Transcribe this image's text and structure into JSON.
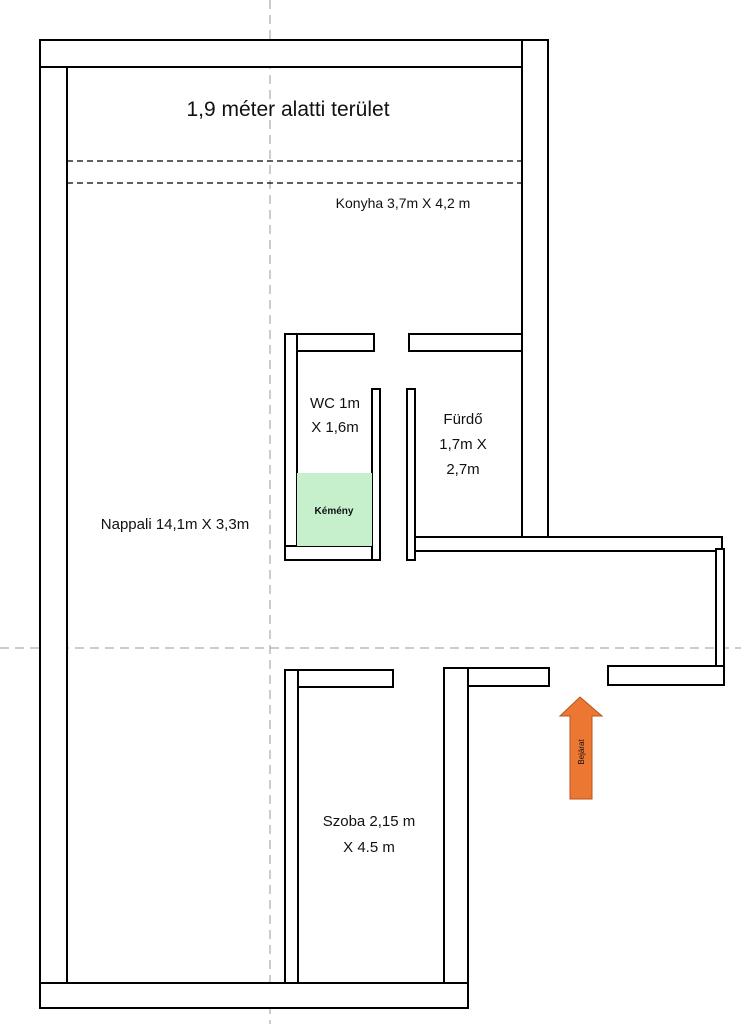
{
  "labels": {
    "below_area": "1,9 méter alatti terület",
    "konyha": "Konyha 3,7m X  4,2 m",
    "wc_line1": "WC 1m",
    "wc_line2": "X 1,6m",
    "furdo_line1": "Fürdő",
    "furdo_line2": "1,7m X",
    "furdo_line3": "2,7m",
    "kemeny": "Kémény",
    "nappali": "Nappali 14,1m X 3,3m",
    "szoba_line1": "Szoba 2,15 m",
    "szoba_line2": "X 4.5 m",
    "bejarat": "Bejárat"
  },
  "colors": {
    "wall_stroke": "#000000",
    "wall_fill": "#ffffff",
    "guide_line": "#9a9a9a",
    "chimney_fill": "#c6efcc",
    "entrance_arrow": "#ec7732",
    "entrance_arrow_stroke": "#b3561f"
  }
}
